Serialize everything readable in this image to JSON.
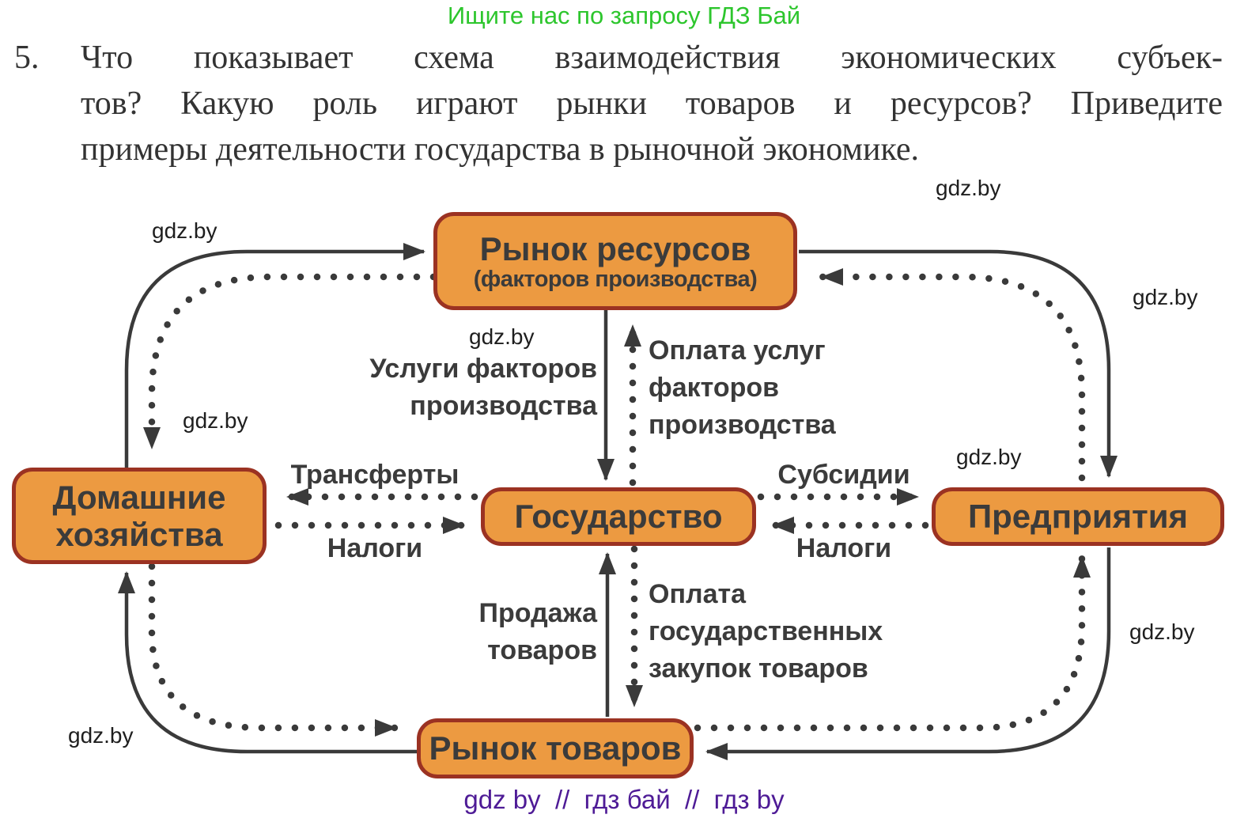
{
  "header": {
    "promo": "Ищите нас по запросу ГДЗ Бай"
  },
  "question": {
    "number": "5.",
    "lines": [
      "Что показывает схема взаимодействия экономических субъек-",
      "тов? Какую роль играют рынки товаров и ресурсов? Приведите",
      "примеры деятельности государства в рыночной экономике."
    ]
  },
  "diagram": {
    "boxes": {
      "resource_market": {
        "title": "Рынок ресурсов",
        "subtitle": "(факторов производства)"
      },
      "households": {
        "title": "Домашние хозяйства"
      },
      "state": {
        "title": "Государство"
      },
      "enterprises": {
        "title": "Предприятия"
      },
      "goods_market": {
        "title": "Рынок товаров"
      }
    },
    "flow_labels": {
      "factor_services": "Услуги факторов производства",
      "factor_payment": "Оплата услуг факторов производства",
      "transfers": "Трансферты",
      "taxes_households": "Налоги",
      "subsidies": "Субсидии",
      "taxes_enterprises": "Налоги",
      "goods_sale": "Продажа товаров",
      "gov_purchases": "Оплата государственных закупок товаров"
    },
    "colors": {
      "box_fill": "#EC9A41",
      "box_border": "#9B3222",
      "line": "#3A3A3A"
    }
  },
  "watermarks": {
    "gdz": "gdz.by"
  },
  "footer": {
    "text": "gdz by  //  гдз бай  //  гдз by",
    "color": "#4E1B96"
  }
}
